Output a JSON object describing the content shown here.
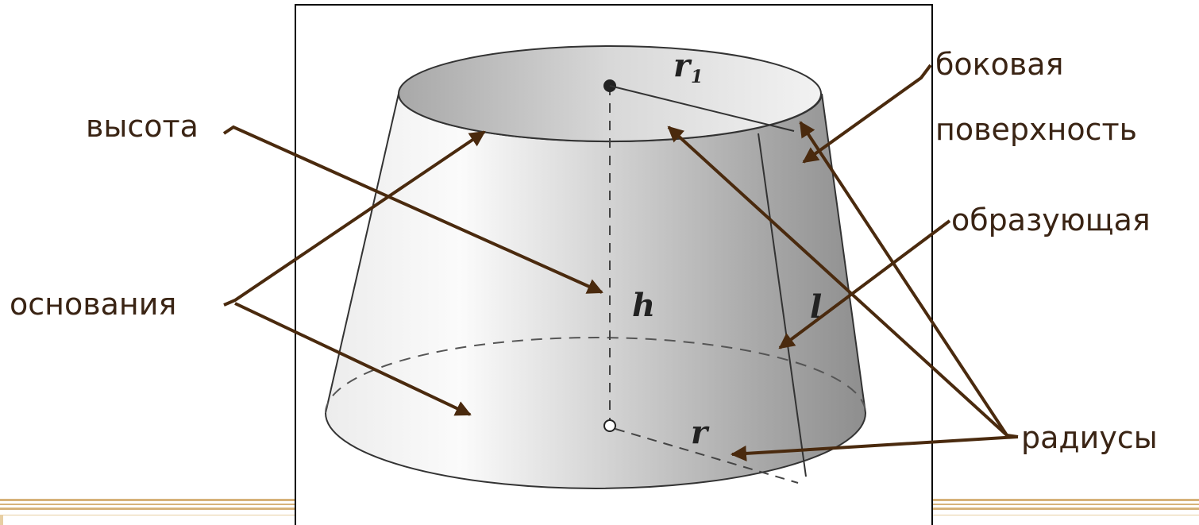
{
  "labels": {
    "height": "высота",
    "bases": "основания",
    "lateral_line1": "боковая",
    "lateral_line2": "поверхность",
    "generator": "образующая",
    "radii": "радиусы"
  },
  "math_symbols": {
    "top_radius": "r",
    "top_radius_sub": "1",
    "height": "h",
    "slant": "l",
    "bottom_radius": "r"
  },
  "colors": {
    "arrow": "#4a2a0e",
    "label_text": "#3a2414",
    "footer_band": "#d6b27a"
  }
}
